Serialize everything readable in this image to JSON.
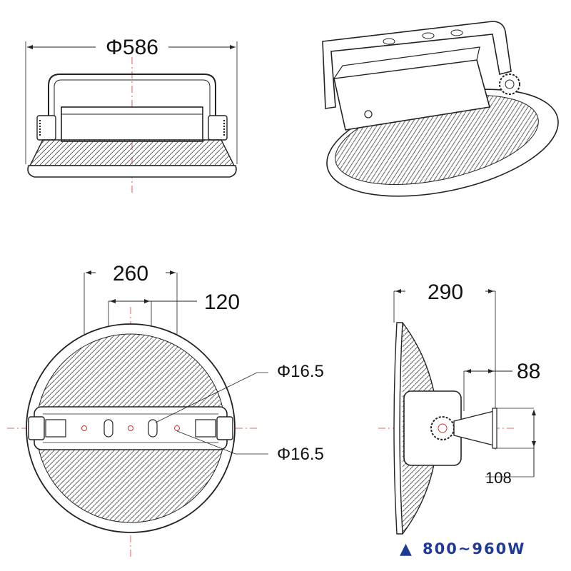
{
  "front_view": {
    "diameter_label": "Φ586"
  },
  "bottom_view": {
    "mount_spacing_label": "260",
    "inner_spacing_label": "120",
    "hole_label_top": "Φ16.5",
    "hole_label_bottom": "Φ16.5"
  },
  "side_view": {
    "depth_label": "290",
    "bracket_label": "88",
    "bracket_height_label": "108"
  },
  "caption": {
    "marker": "▲",
    "text": "800~960W",
    "color": "#1f3a93"
  }
}
